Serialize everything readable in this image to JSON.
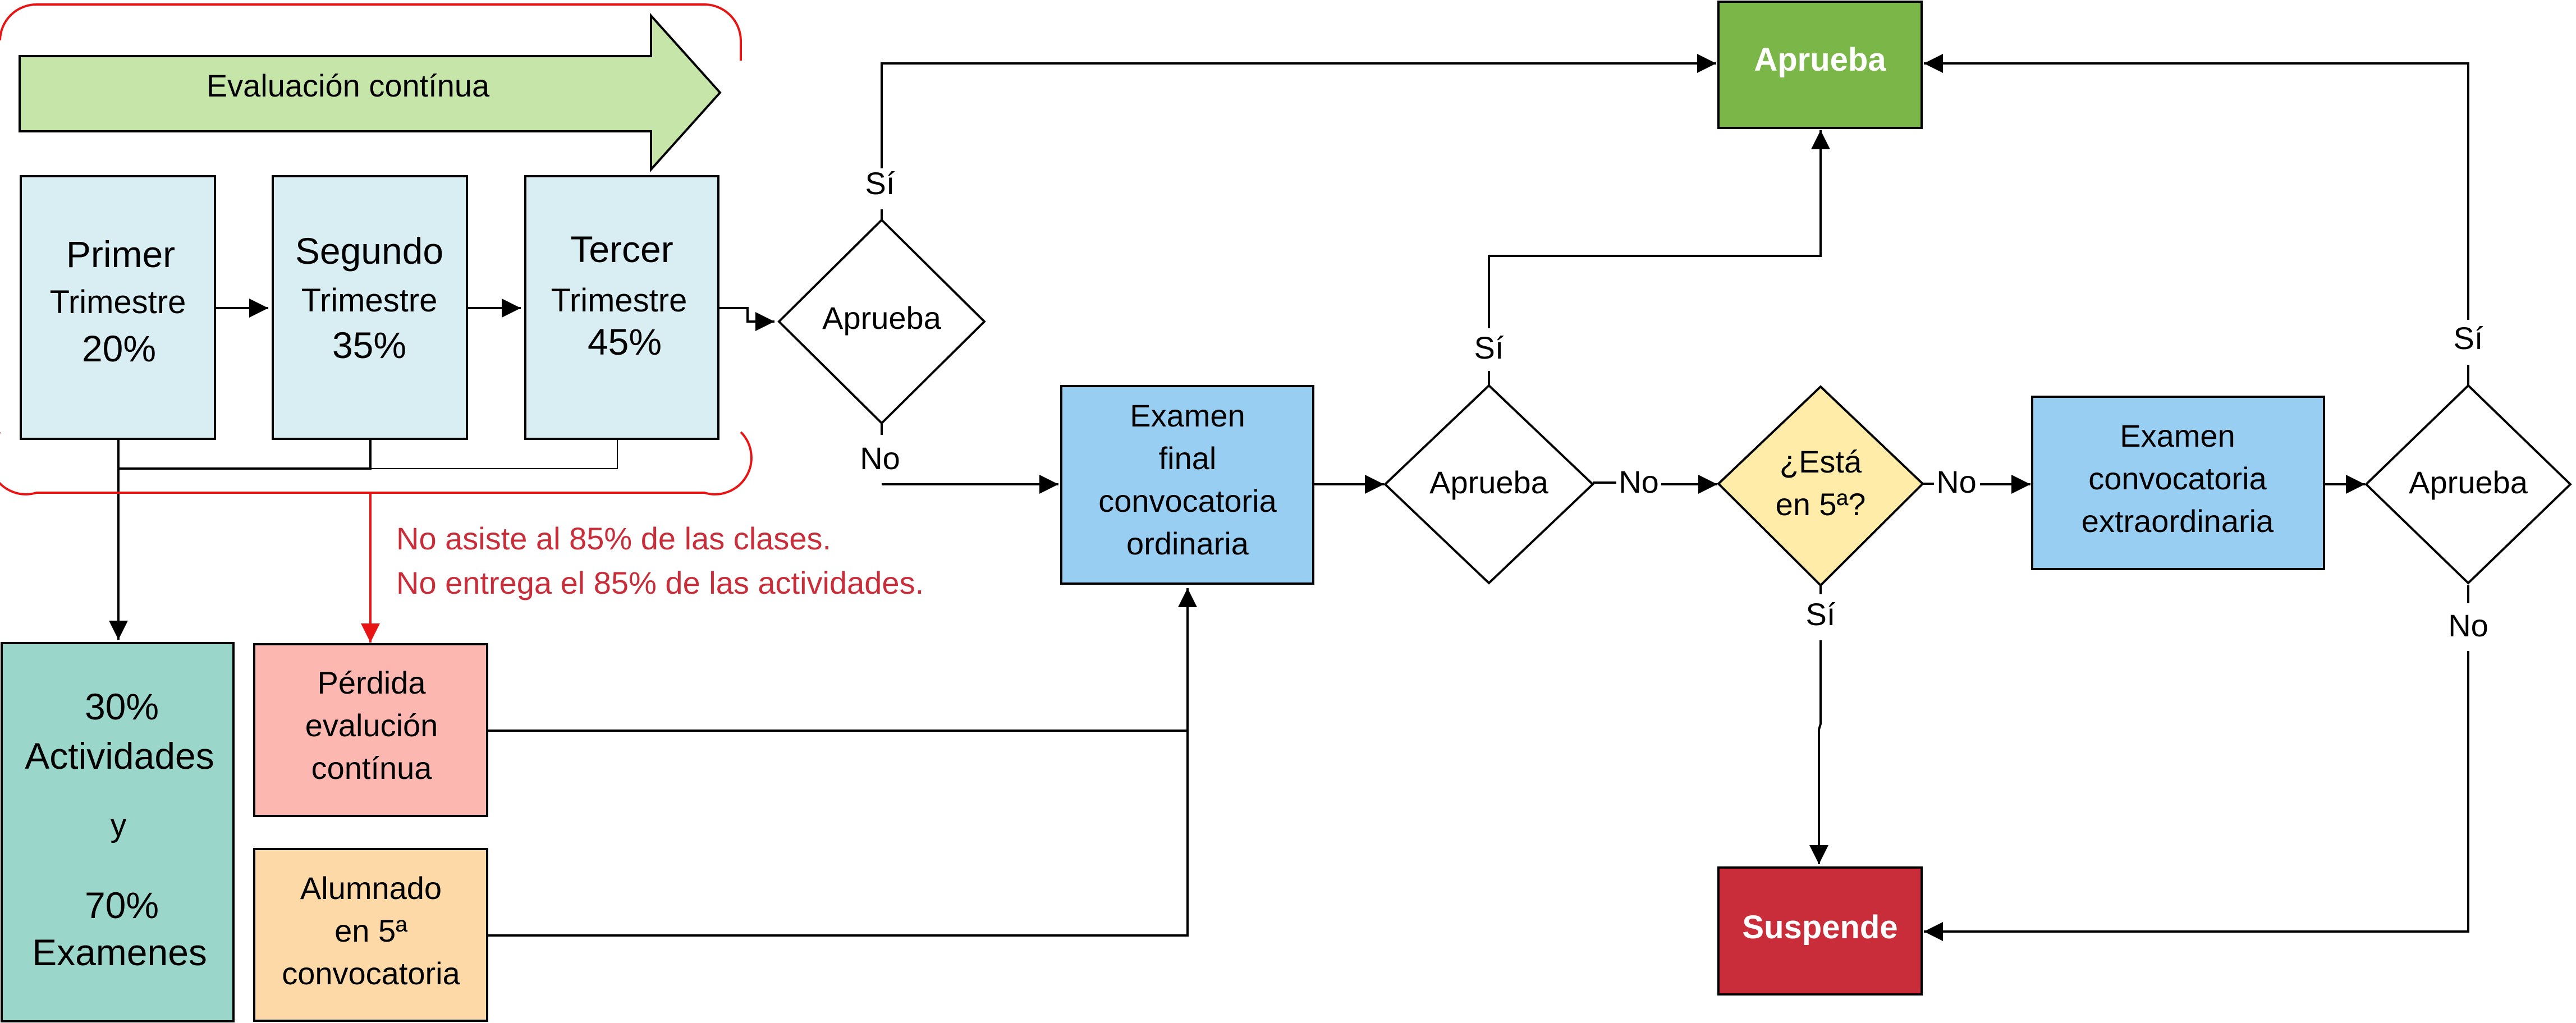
{
  "colors": {
    "trimester_fill": "#d9eef3",
    "green_arrow": "#c6e5a8",
    "box_blue": "#99cef3",
    "aprueba_green": "#7ab648",
    "suspende_red": "#c92d39",
    "pink": "#fbb7b0",
    "orange": "#fdd9a8",
    "yellow": "#feeca8",
    "teal": "#9ad6c9",
    "red_line": "#e81313",
    "red_text": "#c92d39"
  },
  "continuous_eval": {
    "label": "Evaluación contínua"
  },
  "trimesters": [
    {
      "name": "Primer",
      "sub": "Trimestre",
      "pct": "20%"
    },
    {
      "name": "Segundo",
      "sub": "Trimestre",
      "pct": "35%"
    },
    {
      "name": "Tercer",
      "sub": "Trimestre",
      "pct": "45%"
    }
  ],
  "weights_box": {
    "line1": "30%",
    "line2": "Actividades",
    "line3": "y",
    "line4": "70%",
    "line5": "Examenes"
  },
  "loss_note": {
    "line1": "No asiste al 85% de las clases.",
    "line2": "No entrega el 85% de las actividades."
  },
  "perdida_box": {
    "line1": "Pérdida",
    "line2": "evalución",
    "line3": "contínua"
  },
  "alumnado_box": {
    "line1": "Alumnado",
    "line2": "en 5ª",
    "line3": "convocatoria"
  },
  "decisions": {
    "aprueba": "Aprueba",
    "esta_line1": "¿Está",
    "esta_line2": "en 5ª?"
  },
  "edge_labels": {
    "si": "Sí",
    "no": "No"
  },
  "exam_ordinary": {
    "line1": "Examen",
    "line2": "final",
    "line3": "convocatoria",
    "line4": "ordinaria"
  },
  "exam_extra": {
    "line1": "Examen",
    "line2": "convocatoria",
    "line3": "extraordinaria"
  },
  "result_pass": "Aprueba",
  "result_fail": "Suspende"
}
